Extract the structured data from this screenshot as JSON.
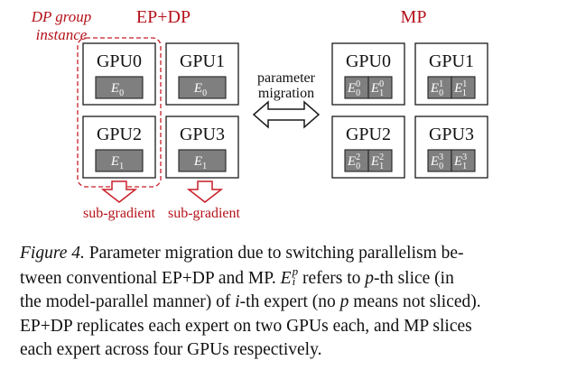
{
  "group_label": {
    "line1": "DP group",
    "line2": "instance"
  },
  "titles": {
    "left": "EP+DP",
    "right": "MP"
  },
  "arrow_label": {
    "line1": "parameter",
    "line2": "migration"
  },
  "subgrad_label": "sub-gradient",
  "colors": {
    "red": "#b5121b",
    "chip": "#7f7f7f",
    "border": "#1a1a1a"
  },
  "ep_dp_gpus": [
    {
      "name": "GPU0",
      "chips": [
        {
          "sym": "E",
          "sub": "0",
          "sup": ""
        }
      ]
    },
    {
      "name": "GPU1",
      "chips": [
        {
          "sym": "E",
          "sub": "0",
          "sup": ""
        }
      ]
    },
    {
      "name": "GPU2",
      "chips": [
        {
          "sym": "E",
          "sub": "1",
          "sup": ""
        }
      ]
    },
    {
      "name": "GPU3",
      "chips": [
        {
          "sym": "E",
          "sub": "1",
          "sup": ""
        }
      ]
    }
  ],
  "mp_gpus": [
    {
      "name": "GPU0",
      "chips": [
        {
          "sym": "E",
          "sub": "0",
          "sup": "0"
        },
        {
          "sym": "E",
          "sub": "1",
          "sup": "0"
        }
      ]
    },
    {
      "name": "GPU1",
      "chips": [
        {
          "sym": "E",
          "sub": "0",
          "sup": "1"
        },
        {
          "sym": "E",
          "sub": "1",
          "sup": "1"
        }
      ]
    },
    {
      "name": "GPU2",
      "chips": [
        {
          "sym": "E",
          "sub": "0",
          "sup": "2"
        },
        {
          "sym": "E",
          "sub": "1",
          "sup": "2"
        }
      ]
    },
    {
      "name": "GPU3",
      "chips": [
        {
          "sym": "E",
          "sub": "0",
          "sup": "3"
        },
        {
          "sym": "E",
          "sub": "1",
          "sup": "3"
        }
      ]
    }
  ],
  "caption": {
    "label": "Figure 4.",
    "s1": " Parameter migration due to switching parallelism be-",
    "s2": "tween conventional EP+DP and MP. ",
    "e_sym": "E",
    "e_sub": "i",
    "e_sup": "p",
    "s3": " refers to ",
    "p1": "p",
    "s4": "-th slice (in",
    "s5": "the model-parallel manner) of ",
    "i1": "i",
    "s6": "-th expert (no ",
    "p2": "p",
    "s7": " means not sliced).",
    "s8": "EP+DP replicates each expert on two GPUs each, and MP slices",
    "s9": "each expert across four GPUs respectively."
  }
}
